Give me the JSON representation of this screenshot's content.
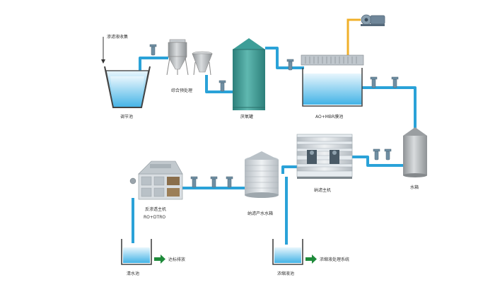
{
  "labels": {
    "leachate_collection": "渗滤液收集",
    "regulating_tank": "调节池",
    "pretreatment": "综合预处理",
    "anaerobic_tower": "厌氧罐",
    "ao_mbr": "AO+MBR膜池",
    "water_tank": "水箱",
    "nf_main": "纳滤主机",
    "nf_product_tank": "纳滤产水水箱",
    "ro_main_line1": "反渗透主机",
    "ro_main_line2": "RO+DTRO",
    "clean_water_tank": "清水池",
    "discharge": "达标排放",
    "concentrate_tank": "浓缩液池",
    "concentrate_system": "浓缩液处理系统"
  },
  "colors": {
    "pipe": "#2aa2d8",
    "gas_pipe": "#f0b02a",
    "arrow_out": "#1e8a3a",
    "tank_teal": "#3e9e98",
    "valve": "#6f8fa3"
  }
}
